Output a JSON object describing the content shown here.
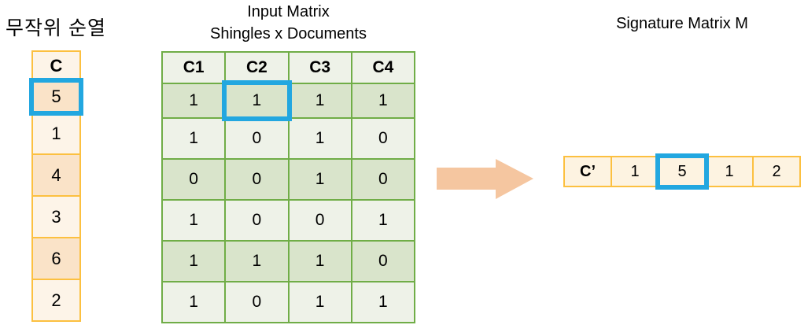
{
  "colors": {
    "gold_border": "#FCC040",
    "cream_light": "#FDF4E8",
    "peach_dark": "#FAE3C8",
    "green_border": "#70AD47",
    "green_dark": "#D9E4CB",
    "green_light": "#EEF2E8",
    "highlight_blue": "#22A7E0",
    "arrow_peach": "#F5C6A0",
    "signature_cream": "#FDF3E1"
  },
  "permutation_column": {
    "title": "무작위 순열",
    "header": "C",
    "values": [
      "5",
      "1",
      "4",
      "3",
      "6",
      "2"
    ],
    "highlighted_value_index": 0
  },
  "input_matrix": {
    "title_line1": "Input Matrix",
    "title_line2": "Shingles x Documents",
    "column_headers": [
      "C1",
      "C2",
      "C3",
      "C4"
    ],
    "rows": [
      [
        "1",
        "1",
        "1",
        "1"
      ],
      [
        "1",
        "0",
        "1",
        "0"
      ],
      [
        "0",
        "0",
        "1",
        "0"
      ],
      [
        "1",
        "0",
        "0",
        "1"
      ],
      [
        "1",
        "1",
        "1",
        "0"
      ],
      [
        "1",
        "0",
        "1",
        "1"
      ]
    ],
    "highlighted_cell": {
      "row": 0,
      "col": 1
    }
  },
  "signature_matrix": {
    "title": "Signature Matrix M",
    "header": "C’",
    "values": [
      "1",
      "5",
      "1",
      "2"
    ],
    "highlighted_value_index": 1
  }
}
